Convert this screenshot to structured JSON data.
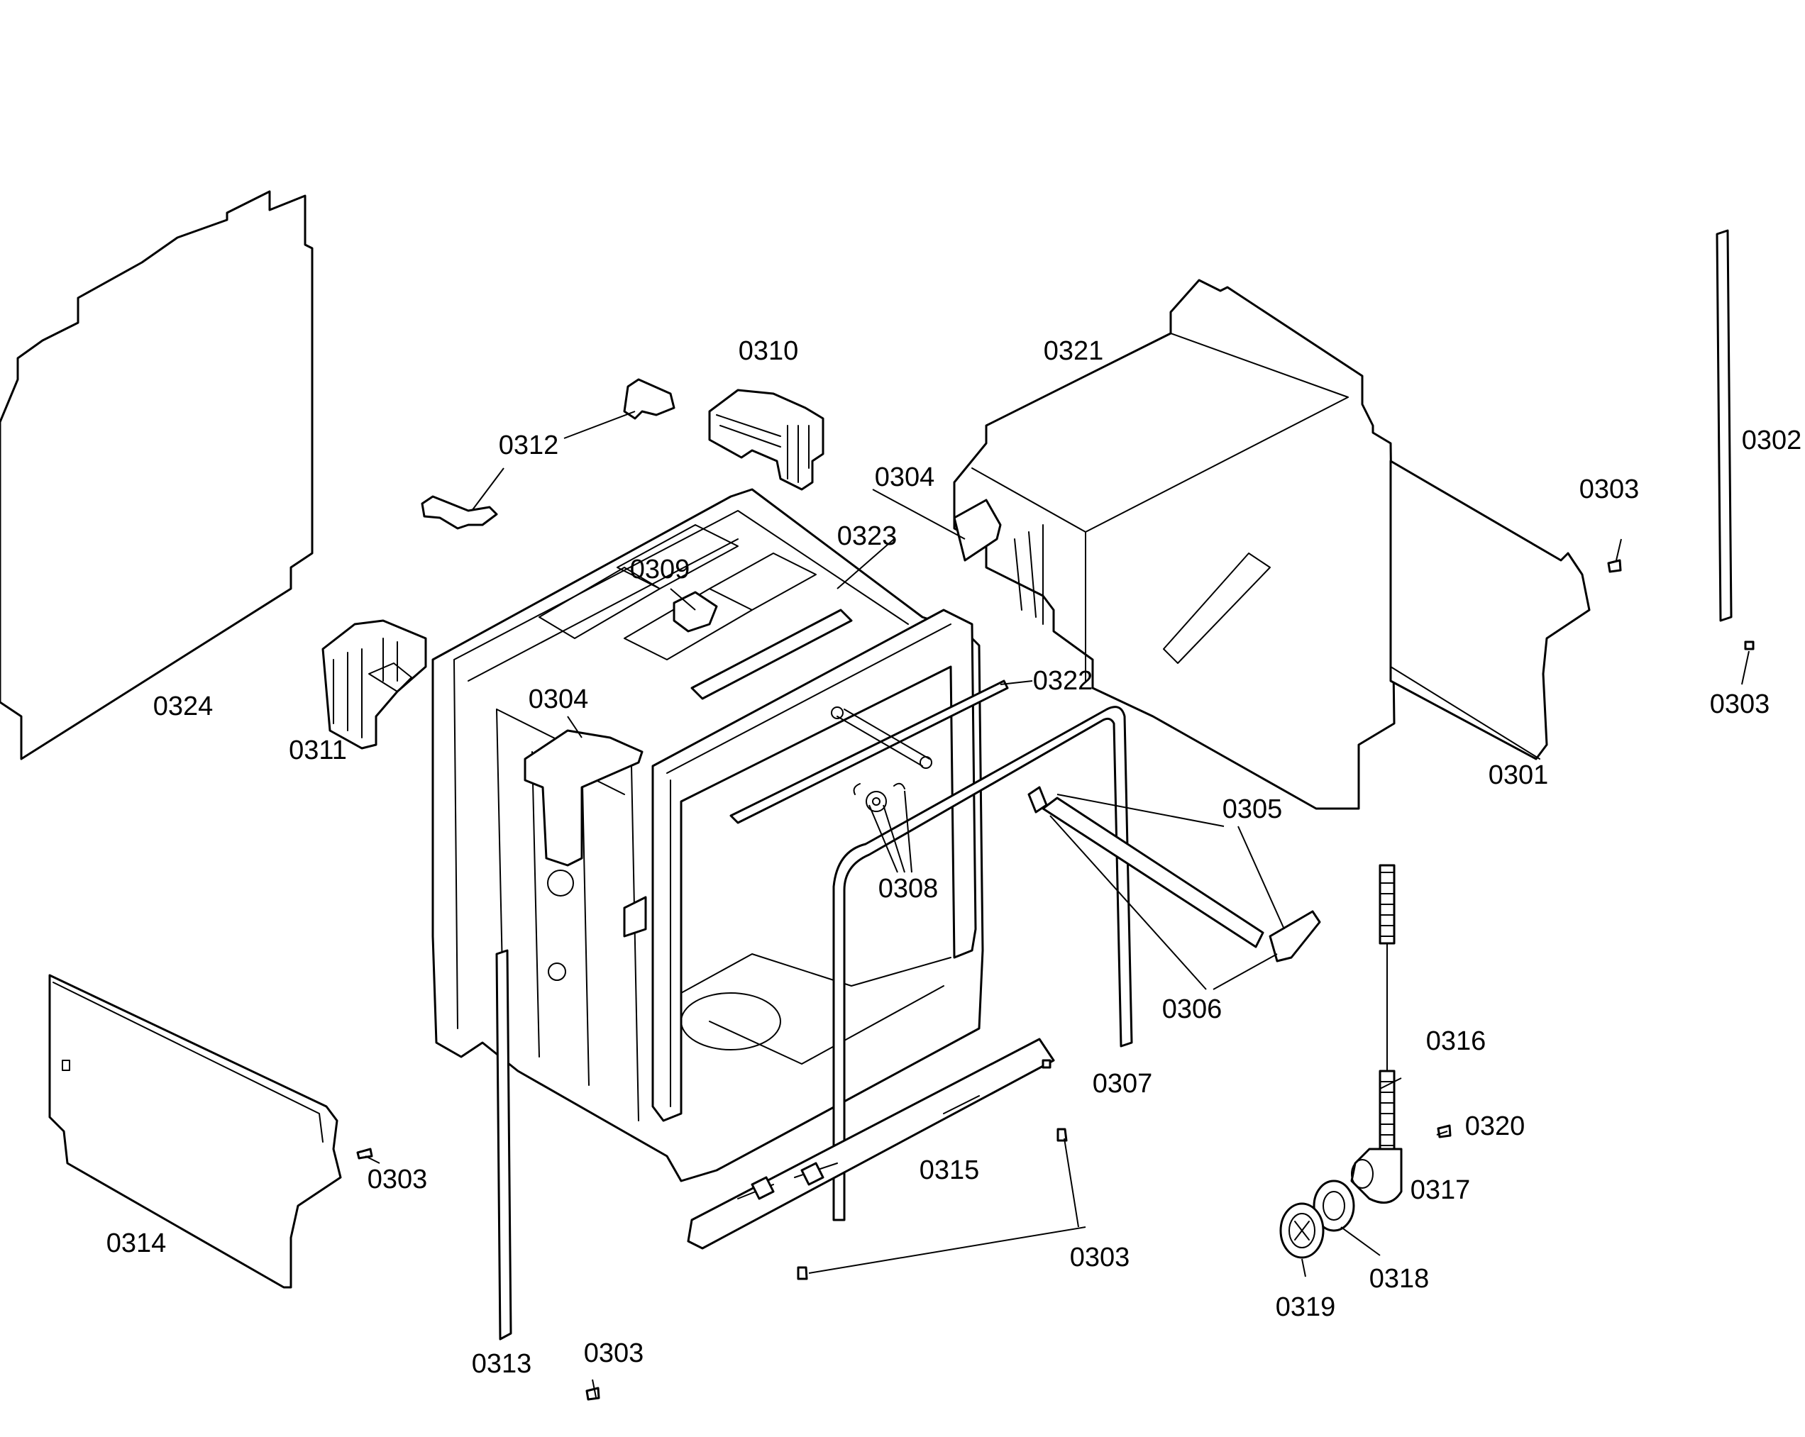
{
  "labels": {
    "l0301": "0301",
    "l0302": "0302",
    "l0303a": "0303",
    "l0303b": "0303",
    "l0303c": "0303",
    "l0303d": "0303",
    "l0303e": "0303",
    "l0304a": "0304",
    "l0304b": "0304",
    "l0305": "0305",
    "l0306": "0306",
    "l0307": "0307",
    "l0308": "0308",
    "l0309": "0309",
    "l0310": "0310",
    "l0311": "0311",
    "l0312": "0312",
    "l0313": "0313",
    "l0314": "0314",
    "l0315": "0315",
    "l0316": "0316",
    "l0317": "0317",
    "l0318": "0318",
    "l0319": "0319",
    "l0320": "0320",
    "l0321": "0321",
    "l0322": "0322",
    "l0323": "0323",
    "l0324": "0324"
  },
  "colors": {
    "line": "#000000",
    "background": "#ffffff"
  }
}
